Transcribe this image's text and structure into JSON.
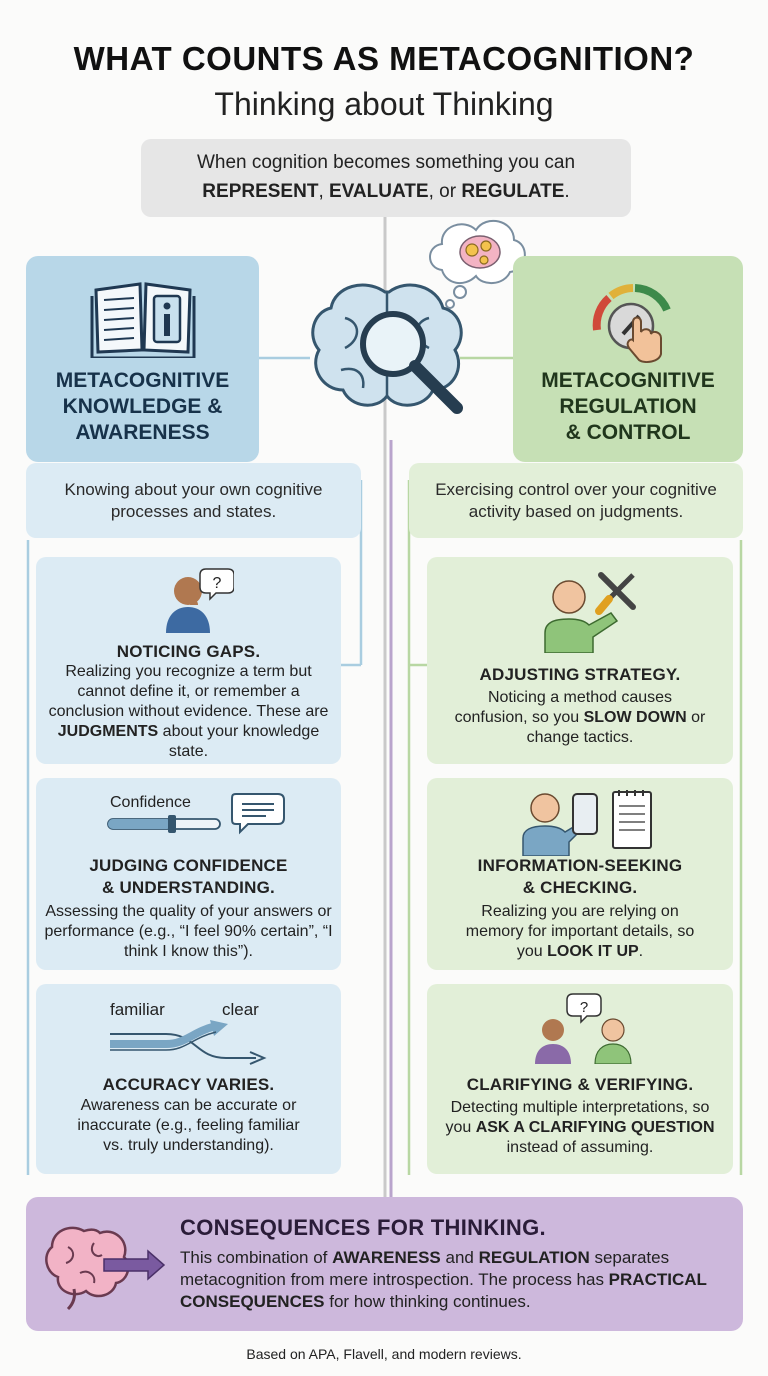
{
  "header": {
    "title": "WHAT COUNTS AS METACOGNITION?",
    "subtitle": "Thinking about Thinking"
  },
  "intro": {
    "line1": "When cognition becomes something you can",
    "kw1": "REPRESENT",
    "kw2": "EVALUATE",
    "or": "or",
    "kw3": "REGULATE"
  },
  "left": {
    "heading_l1": "METACOGNITIVE",
    "heading_l2": "KNOWLEDGE &",
    "heading_l3": "AWARENESS",
    "desc": "Knowing about your own cognitive processes and states.",
    "cards": [
      {
        "title": "NOTICING GAPS.",
        "body_pre": "Realizing you recognize a term but cannot define it, or remember a conclusion without evidence. These are ",
        "body_bold": "JUDGMENTS",
        "body_post": " about your knowledge state."
      },
      {
        "title_l1": "JUDGING CONFIDENCE",
        "title_l2": "& UNDERSTANDING.",
        "body": "Assessing the quality of your answers or performance (e.g., “I feel 90% certain”, “I think I know this”).",
        "slider_label": "Confidence"
      },
      {
        "title": "ACCURACY VARIES.",
        "body": "Awareness can be accurate or inaccurate (e.g., feeling familiar vs. truly understanding).",
        "arrow_from": "familiar",
        "arrow_to": "clear"
      }
    ]
  },
  "right": {
    "heading_l1": "METACOGNITIVE",
    "heading_l2": "REGULATION",
    "heading_l3": "& CONTROL",
    "desc": "Exercising control over your cognitive activity based on judgments.",
    "cards": [
      {
        "title": "ADJUSTING STRATEGY.",
        "body_pre": "Noticing a method causes confusion, so you ",
        "body_bold": "SLOW DOWN",
        "body_post": " or change tactics."
      },
      {
        "title_l1": "INFORMATION-SEEKING",
        "title_l2": "& CHECKING.",
        "body_pre": "Realizing you are relying on memory for important details, so you ",
        "body_bold": "LOOK IT UP",
        "body_post": "."
      },
      {
        "title": "CLARIFYING & VERIFYING.",
        "body_pre": "Detecting multiple interpretations, so you ",
        "body_bold": "ASK A CLARIFYING QUESTION",
        "body_post": " instead of assuming."
      }
    ]
  },
  "consequences": {
    "title": "CONSEQUENCES FOR THINKING.",
    "p1": "This combination of ",
    "b1": "AWARENESS",
    "p2": " and ",
    "b2": "REGULATION",
    "p3": " separates metacognition from mere introspection. The process has ",
    "b3": "PRACTICAL CONSEQUENCES",
    "p4": " for how thinking continues."
  },
  "footer": "Based on APA, Flavell, and modern reviews.",
  "colors": {
    "left_accent": "#b8d7e8",
    "right_accent": "#c6e0b5",
    "consequence": "#cdb8dc"
  }
}
